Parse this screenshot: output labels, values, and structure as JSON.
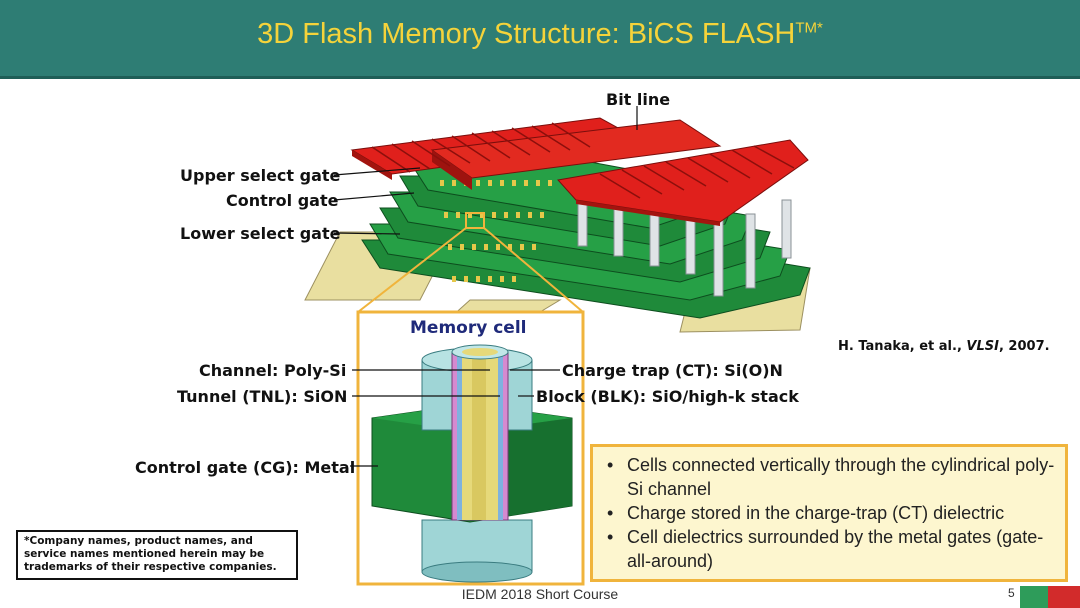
{
  "header": {
    "title": "3D Flash Memory Structure: BiCS FLASH",
    "title_sup": "TM*"
  },
  "diagram": {
    "bit_line": "Bit line",
    "upper_select_gate": "Upper select gate",
    "control_gate": "Control gate",
    "lower_select_gate": "Lower select gate",
    "memory_cell": "Memory cell",
    "channel": "Channel: Poly-Si",
    "tunnel": "Tunnel (TNL): SiON",
    "control_gate_cg": "Control gate (CG): Metal",
    "charge_trap": "Charge trap (CT): Si(O)N",
    "block": "Block (BLK): SiO/high-k stack"
  },
  "reference": {
    "authors": "H. Tanaka, et al., ",
    "journal": "VLSI",
    "year": ", 2007."
  },
  "disclaimer": "*Company names, product names, and service names mentioned herein may be trademarks of their respective companies.",
  "bullets": [
    "Cells connected vertically  through the cylindrical poly-Si channel",
    "Charge stored in the charge-trap (CT) dielectric",
    "Cell dielectrics surrounded by the metal gates (gate-all-around)"
  ],
  "footer": {
    "course": "IEDM 2018 Short Course",
    "page": "5"
  },
  "colors": {
    "header_bg": "#2e7d74",
    "title": "#f5d33a",
    "bitline_red": "#e0201c",
    "gate_green": "#1f8a3a",
    "base_yellow": "#e9dfa0",
    "callout_border": "#f0b43c",
    "callout_bg": "#fdf6cf"
  }
}
